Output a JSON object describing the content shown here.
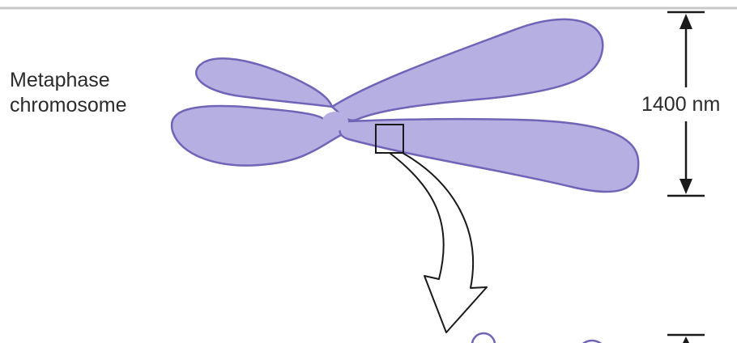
{
  "label": {
    "line1": "Metaphase",
    "line2": "chromosome"
  },
  "dimension": {
    "text": "1400 nm"
  },
  "colors": {
    "chromosome_fill": "#b6b0e2",
    "chromosome_stroke": "#7064b8",
    "line": "#1a1a1a",
    "top_rule": "#c8c8c8"
  }
}
